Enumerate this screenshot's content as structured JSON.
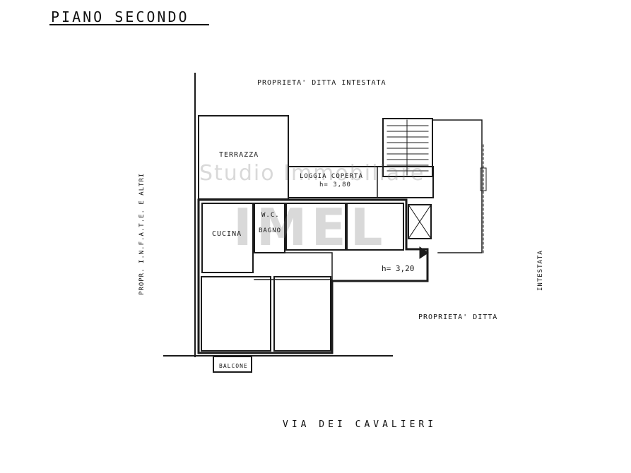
{
  "title": "PIANO SECONDO",
  "street": "VIA DEI CAVALIERI",
  "neighbors": {
    "top": "PROPRIETA' DITTA INTESTATA",
    "left": "PROPR. I.N.F.A.T.E. E ALTRI",
    "right_bottom": "PROPRIETA' DITTA",
    "right_vertical": "INTESTATA"
  },
  "rooms": {
    "terrazza": "TERRAZZA",
    "loggia": "LOGGIA COPERTA",
    "loggia_height": "h= 3,80",
    "wc": "W.C.",
    "bagno": "BAGNO",
    "cucina": "CUCINA",
    "balcone": "BALCONE",
    "height": "h= 3,20"
  },
  "watermark": {
    "line1": "Studio Immobiliare",
    "line2": "IMEL"
  }
}
